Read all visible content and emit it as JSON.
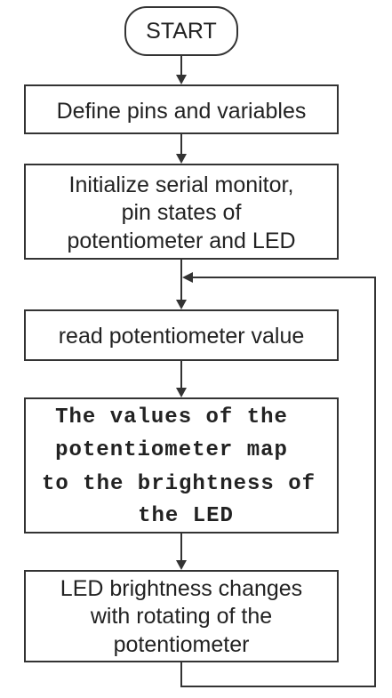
{
  "diagram": {
    "start": "START",
    "step1": [
      "Define pins and variables"
    ],
    "step2": [
      "Initialize serial monitor,",
      "pin states of",
      "potentiometer and LED"
    ],
    "step3": [
      "read potentiometer value"
    ],
    "step4": [
      "The values of the",
      "potentiometer map",
      "to the brightness of",
      "the LED"
    ],
    "step5": [
      "LED brightness changes",
      "with rotating of the",
      "potentiometer"
    ]
  }
}
